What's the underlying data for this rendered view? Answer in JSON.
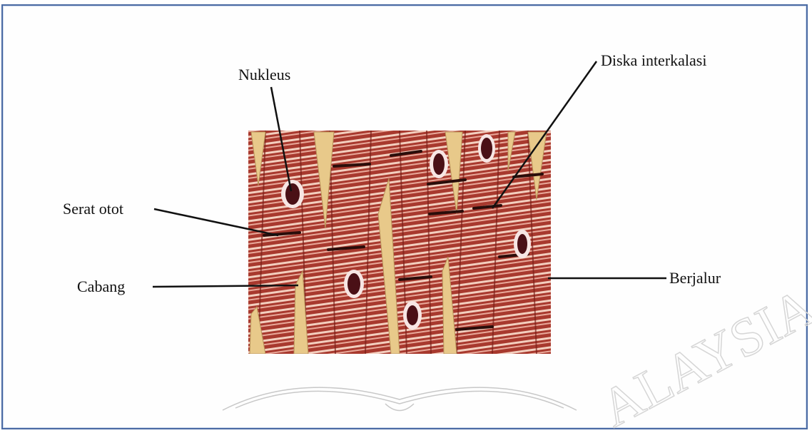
{
  "labels": {
    "nukleus": "Nukleus",
    "diska": "Diska interkalasi",
    "serat": "Serat otot",
    "cabang": "Cabang",
    "berjalur": "Berjalur"
  },
  "watermark": {
    "text": "ALAYSIA",
    "icon": "open-book-icon"
  },
  "colors": {
    "frame": "#4a6aa3",
    "fiber": "#a8392e",
    "stripe": "#f1c9b8",
    "disc": "#2a0d0a",
    "tendon": "#e8c98a",
    "nucleus": "#4a1016"
  }
}
